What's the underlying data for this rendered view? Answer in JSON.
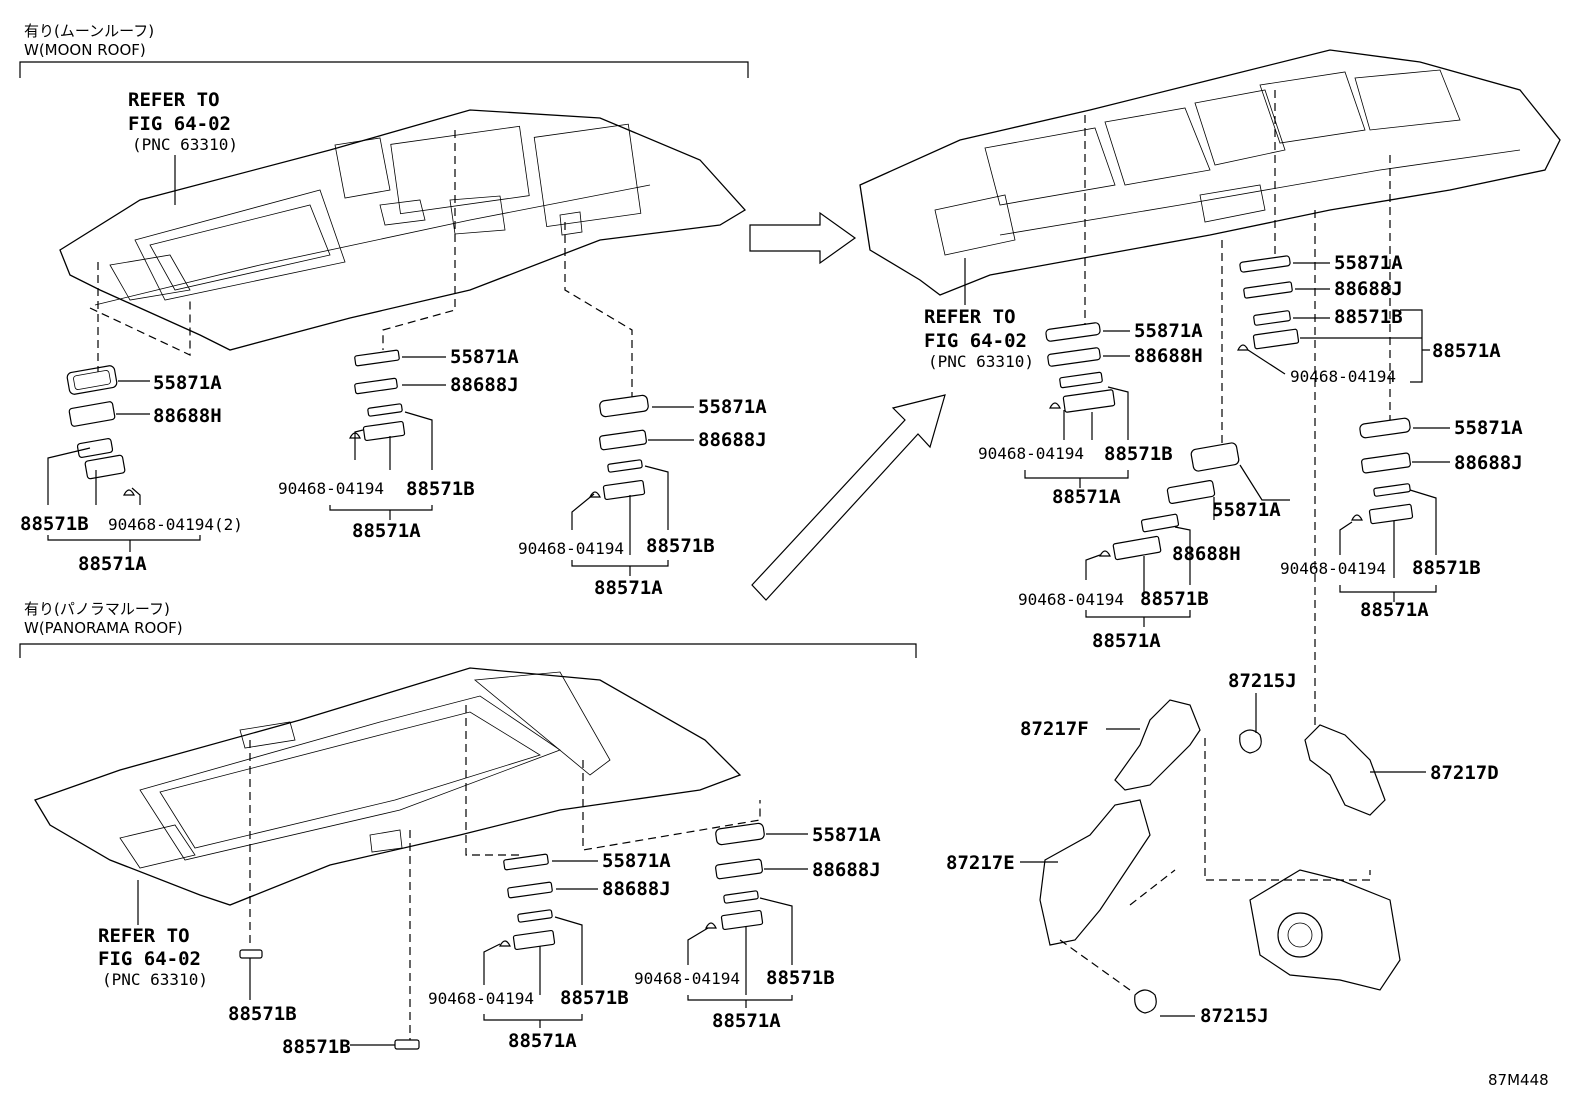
{
  "sections": {
    "moon_roof": {
      "title_jp": "有り(ムーンルーフ)",
      "title_en": "W(MOON ROOF)"
    },
    "panorama_roof": {
      "title_jp": "有り(パノラマルーフ)",
      "title_en": "W(PANORAMA ROOF)"
    }
  },
  "refer": {
    "line1": "REFER TO",
    "line2": "FIG 64-02",
    "line3": "(PNC 63310)"
  },
  "parts": {
    "p55871A": "55871A",
    "p88688H": "88688H",
    "p88688J": "88688J",
    "p88571A": "88571A",
    "p88571B": "88571B",
    "p90468": "90468-04194",
    "p90468x2": "90468-04194(2)",
    "p87215J": "87215J",
    "p87217D": "87217D",
    "p87217E": "87217E",
    "p87217F": "87217F"
  },
  "figure_id": "87M448"
}
